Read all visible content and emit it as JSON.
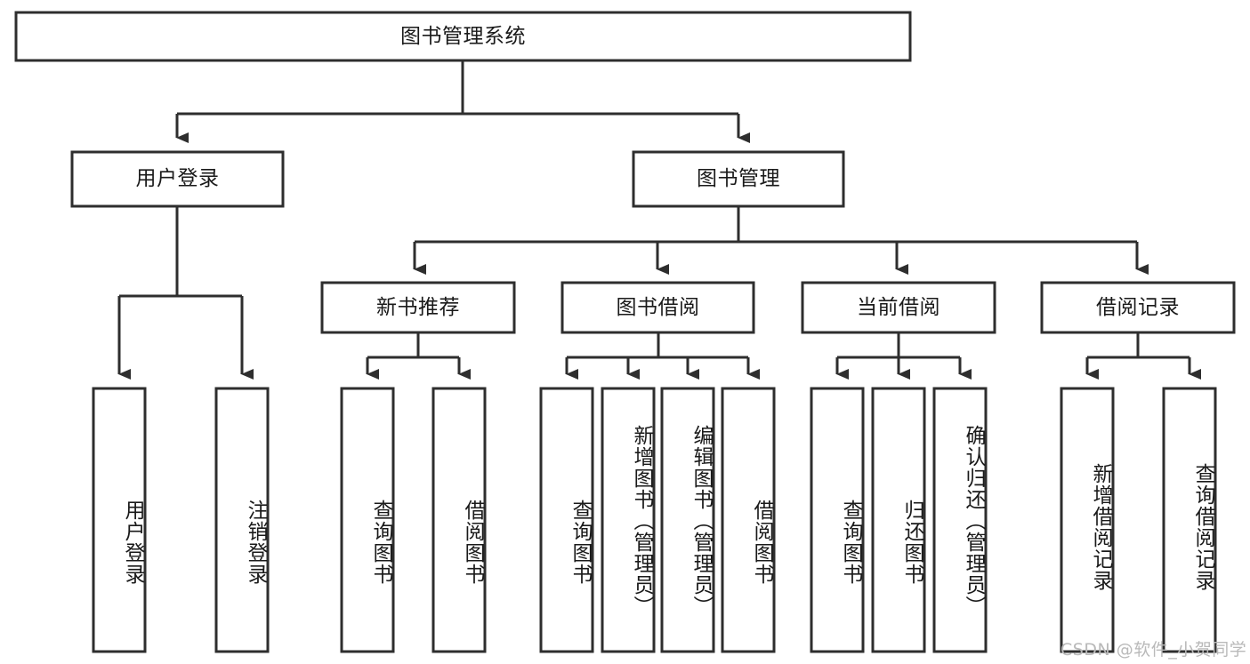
{
  "diagram": {
    "type": "tree-hierarchy",
    "title": "图书管理系统",
    "watermark": "CSDN @软件_小贺同学",
    "colors": {
      "stroke": "#2e2e2e",
      "box_fill": "#ffffff",
      "text": "#1a1a1a",
      "background": "#ffffff",
      "watermark": "#b9b9b9"
    },
    "levels": {
      "root": {
        "label": "图书管理系统"
      },
      "level2": [
        {
          "id": "user-login",
          "label": "用户登录"
        },
        {
          "id": "book-management",
          "label": "图书管理"
        }
      ],
      "level3": [
        {
          "id": "new-book-recommend",
          "label": "新书推荐",
          "parent": "book-management"
        },
        {
          "id": "book-borrow",
          "label": "图书借阅",
          "parent": "book-management"
        },
        {
          "id": "current-borrow",
          "label": "当前借阅",
          "parent": "book-management"
        },
        {
          "id": "borrow-record",
          "label": "借阅记录",
          "parent": "book-management"
        }
      ],
      "leaves": [
        {
          "id": "leaf-user-login",
          "label": "用户登录",
          "parent": "user-login"
        },
        {
          "id": "leaf-logout-login",
          "label": "注销登录",
          "parent": "user-login"
        },
        {
          "id": "leaf-query-book-1",
          "label": "查询图书",
          "parent": "new-book-recommend"
        },
        {
          "id": "leaf-borrow-book-1",
          "label": "借阅图书",
          "parent": "new-book-recommend"
        },
        {
          "id": "leaf-query-book-2",
          "label": "查询图书",
          "parent": "book-borrow"
        },
        {
          "id": "leaf-add-book",
          "label": "新增图书（管理员）",
          "parent": "book-borrow"
        },
        {
          "id": "leaf-edit-book",
          "label": "编辑图书（管理员）",
          "parent": "book-borrow"
        },
        {
          "id": "leaf-borrow-book-2",
          "label": "借阅图书",
          "parent": "book-borrow"
        },
        {
          "id": "leaf-query-book-3",
          "label": "查询图书",
          "parent": "current-borrow"
        },
        {
          "id": "leaf-return-book",
          "label": "归还图书",
          "parent": "current-borrow"
        },
        {
          "id": "leaf-confirm-return",
          "label": "确认归还（管理员）",
          "parent": "current-borrow"
        },
        {
          "id": "leaf-add-record",
          "label": "新增借阅记录",
          "parent": "borrow-record"
        },
        {
          "id": "leaf-query-record",
          "label": "查询借阅记录",
          "parent": "borrow-record"
        }
      ]
    }
  }
}
